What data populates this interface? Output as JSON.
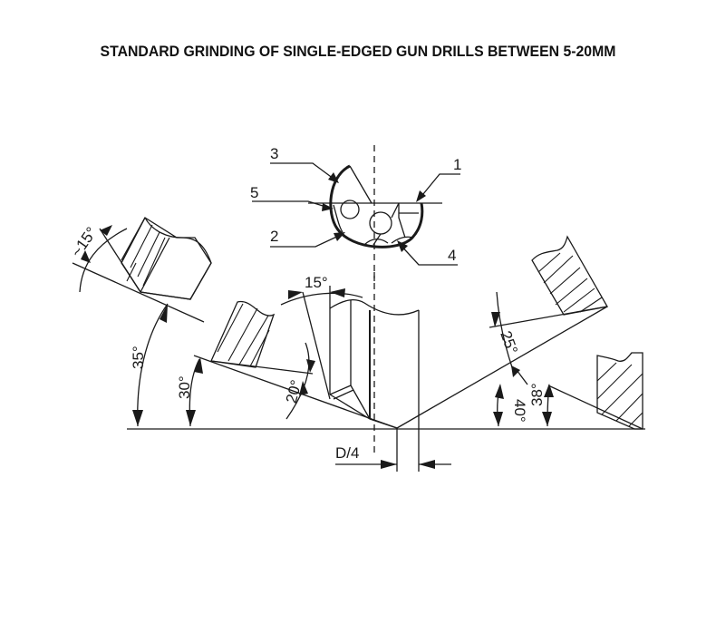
{
  "title": "STANDARD GRINDING OF SINGLE-EDGED GUN DRILLS BETWEEN 5-20MM",
  "cross_section": {
    "callouts": [
      {
        "id": "1",
        "label": "1"
      },
      {
        "id": "2",
        "label": "2"
      },
      {
        "id": "3",
        "label": "3"
      },
      {
        "id": "4",
        "label": "4"
      },
      {
        "id": "5",
        "label": "5"
      }
    ]
  },
  "angles": {
    "approx_15": "~15°",
    "a35": "35°",
    "a30": "30°",
    "a20": "20°",
    "a15": "15°",
    "a25": "25°",
    "a40": "40°",
    "a38": "38°"
  },
  "dimension": {
    "offset_label": "D/4"
  },
  "colors": {
    "line": "#1a1a1a",
    "background": "#ffffff"
  }
}
